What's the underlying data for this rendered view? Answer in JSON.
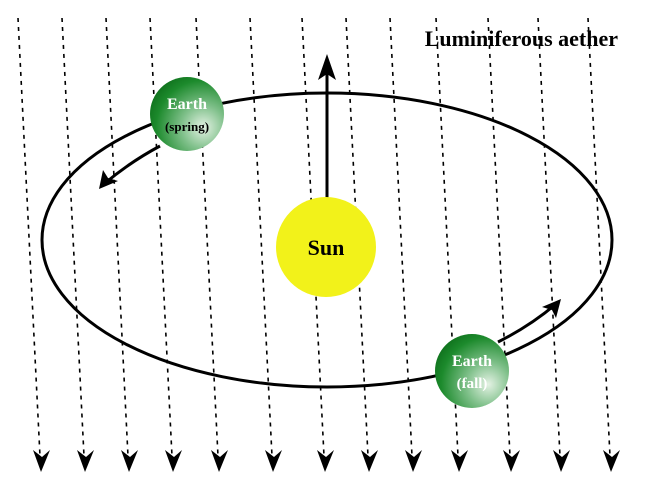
{
  "title": "Luminiferous aether",
  "sun": {
    "label": "Sun",
    "color": "#f2f21a"
  },
  "earth_spring": {
    "name": "Earth",
    "season": "(spring)"
  },
  "earth_fall": {
    "name": "Earth",
    "season": "(fall)"
  },
  "colors": {
    "earth_light": "#d8ecd8",
    "earth_dark": "#0f7a1f",
    "orbit": "#000000",
    "aether_lines": "#000000"
  }
}
